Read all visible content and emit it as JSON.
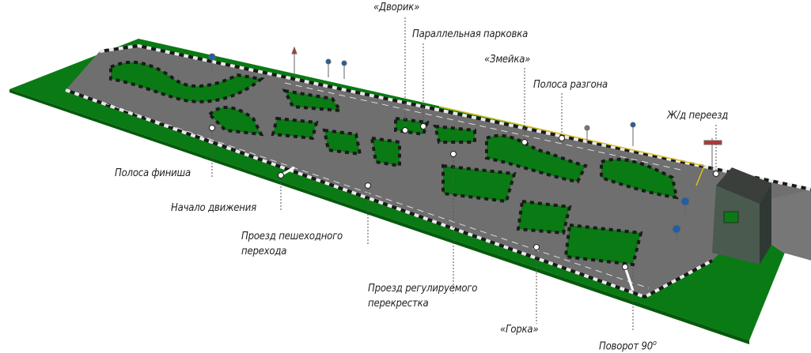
{
  "colors": {
    "grass": "#0a7a14",
    "asphalt": "#6f6f6f",
    "curb_dark": "#1a1a1a",
    "curb_light": "#e8e8e8",
    "building": "#4a5a4e",
    "leader": "#555555"
  },
  "labels": {
    "dvorik": "«Дворик»",
    "parallel_parking": "Параллельная парковка",
    "zmeika": "«Змейка»",
    "acceleration_lane": "Полоса разгона",
    "railway_crossing": "Ж/д переезд",
    "finish_lane": "Полоса финиша",
    "start": "Начало движения",
    "pedestrian_crossing_line1": "Проезд пешеходного",
    "pedestrian_crossing_line2": "перехода",
    "regulated_intersection_line1": "Проезд регулируемого",
    "regulated_intersection_line2": "перекрестка",
    "gorka": "«Горка»",
    "turn_90": "Поворот 90",
    "turn_90_degree": "o"
  }
}
